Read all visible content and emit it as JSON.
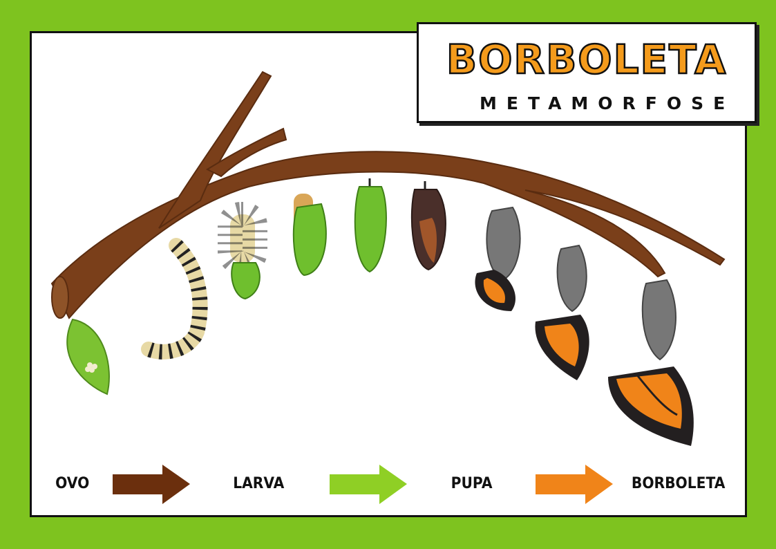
{
  "header": {
    "title": "BORBOLETA",
    "subtitle": "METAMORFOSE"
  },
  "stages": [
    {
      "label": "OVO"
    },
    {
      "label": "LARVA"
    },
    {
      "label": "PUPA"
    },
    {
      "label": "BORBOLETA"
    }
  ],
  "arrows": [
    {
      "name": "ovo-to-larva",
      "color": "#6b2f0d"
    },
    {
      "name": "larva-to-pupa",
      "color": "#8fcf25"
    },
    {
      "name": "pupa-to-borboleta",
      "color": "#f08419"
    }
  ],
  "colors": {
    "background": "#7ec31f",
    "title": "#f49b1c",
    "branch": "#7a3f1a"
  }
}
